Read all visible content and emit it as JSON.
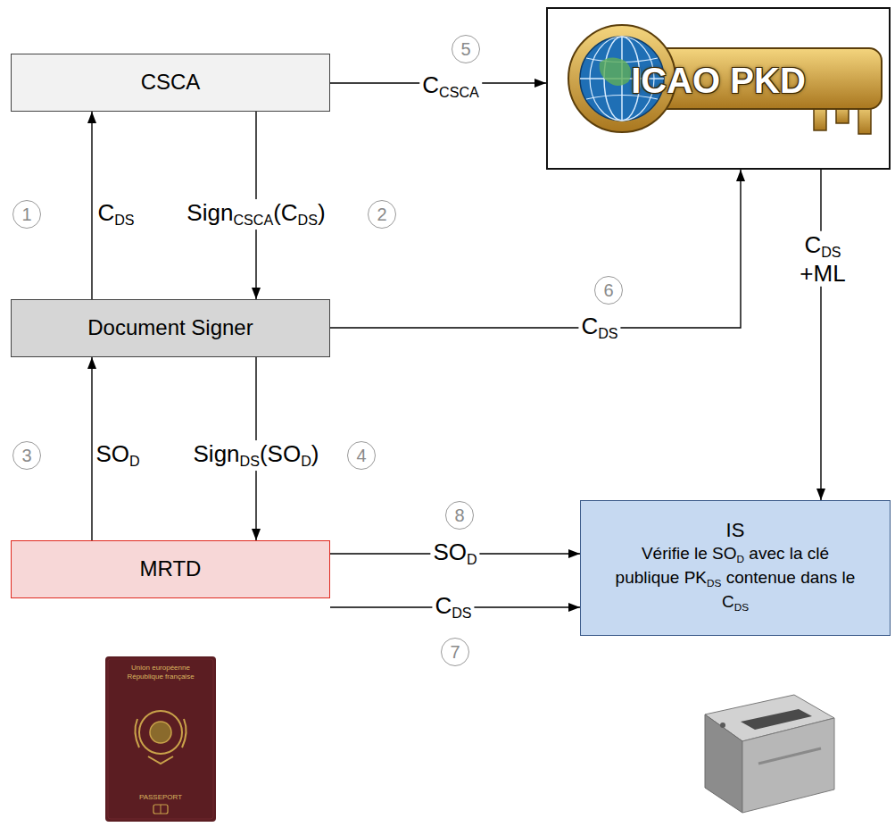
{
  "diagram": {
    "nodes": [
      {
        "text": [
          "CSCA"
        ]
      },
      {
        "text": [
          "ICAO PKD"
        ]
      },
      {
        "text": [
          "Document Signer"
        ]
      },
      {
        "text": [
          "MRTD"
        ]
      },
      {
        "text": [
          "IS",
          "Vérifie le SOD avec la clé publique PKDS contenue dans le CDS"
        ]
      }
    ],
    "edges": [
      {
        "from": 0,
        "to": 1,
        "arrow": "to",
        "label": "CCSCA"
      },
      {
        "from": 2,
        "to": 0,
        "arrow": "to",
        "label": "CDS"
      },
      {
        "from": 0,
        "to": 2,
        "arrow": "to",
        "label": "SignCSCA(CDS)"
      },
      {
        "from": 2,
        "to": 1,
        "arrow": "to",
        "label": "CDS"
      },
      {
        "from": 3,
        "to": 2,
        "arrow": "to",
        "label": "SOD"
      },
      {
        "from": 2,
        "to": 3,
        "arrow": "to",
        "label": "SignDS(SOD)"
      },
      {
        "from": 3,
        "to": 4,
        "arrow": "to",
        "label": "SOD"
      },
      {
        "from": 3,
        "to": 4,
        "arrow": "to",
        "label": "CDS"
      },
      {
        "from": 1,
        "to": 4,
        "arrow": "to",
        "label": "CDS +ML"
      }
    ],
    "labels": [
      "1",
      "2",
      "3",
      "4",
      "5",
      "6",
      "7",
      "8",
      "Union européenne",
      "République française",
      "PASSEPORT"
    ]
  }
}
